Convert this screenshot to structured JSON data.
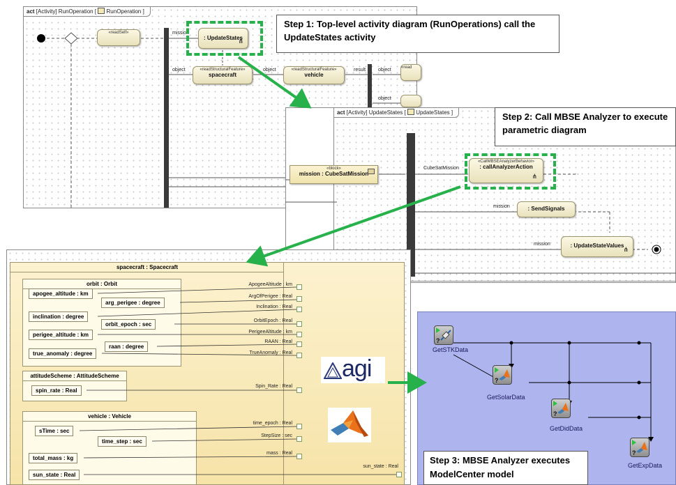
{
  "panel1": {
    "frame_kind": "act",
    "frame_title": "[Activity] RunOperation [",
    "frame_ref": "RunOperation ]",
    "node_readself_stereo": "«readSelf»",
    "node_updatestates": ": UpdateStates",
    "node_spacecraft_stereo": "«readStructuralFeature»",
    "node_spacecraft": "spacecraft",
    "node_vehicle_stereo": "«readStructuralFeature»",
    "node_vehicle": "vehicle",
    "node_read_stereo": "«read",
    "pin_mission": "mission",
    "pin_object1": "object",
    "pin_object2": "object",
    "pin_result": "result",
    "pin_object3": "object",
    "pin_object4": "object"
  },
  "callouts": {
    "step1": "Step 1: Top-level activity diagram (RunOperations) call the UpdateStates activity",
    "step2": "Step 2: Call MBSE Analyzer to execute parametric diagram",
    "step3": "Step 3: MBSE Analyzer executes ModelCenter model"
  },
  "panel2": {
    "frame_kind": "act",
    "frame_title": "[Activity] UpdateStates [",
    "frame_ref": "UpdateStates ]",
    "block_stereo": "«block»",
    "block_name": "mission : CubeSatMission",
    "call_stereo": "«CallMBSEAnalyzerBehavior»",
    "call_name": ": callAnalyzerAction",
    "send_signals": ": SendSignals",
    "update_values": ": UpdateStateValues",
    "pin_cubesat": "CubeSatMission",
    "pin_mission1": "mission",
    "pin_mission2": "mission"
  },
  "panel3": {
    "spacecraft_header": "spacecraft : Spacecraft",
    "orbit_header": "orbit : Orbit",
    "orbit_props": [
      "apogee_altitude : km",
      "arg_perigee : degree",
      "inclination : degree",
      "orbit_epoch : sec",
      "perigee_altitude : km",
      "raan : degree",
      "true_anomaly : degree"
    ],
    "attitude_header": "attitudeScheme : AttitudeScheme",
    "spin_rate": "spin_rate : Real",
    "vehicle_header": "vehicle : Vehicle",
    "vehicle_props": [
      "sTime : sec",
      "time_step : sec",
      "total_mass : kg",
      "sun_state : Real"
    ],
    "ports": [
      "ApogeeAltitude : km",
      "ArgOfPerigee : Real",
      "Inclination : Real",
      "OrbitEpoch : Real",
      "PerigeeAltitude : km",
      "RAAN : Real",
      "TrueAnomaly : Real",
      "Spin_Rate : Real",
      "time_epoch : Real",
      "StepSize : sec",
      "mass : Real",
      "sun_state : Real"
    ],
    "agi_logo_text": "agi"
  },
  "panel4": {
    "nodes": [
      "GetSTKData",
      "GetSolarData",
      "GetDidData",
      "GetExpData"
    ]
  },
  "colors": {
    "highlight": "#27b14a",
    "modelcenter_bg": "#aeb4ee",
    "sysml_block": "#f6e3a8",
    "action_fill": "#efe8c6"
  }
}
